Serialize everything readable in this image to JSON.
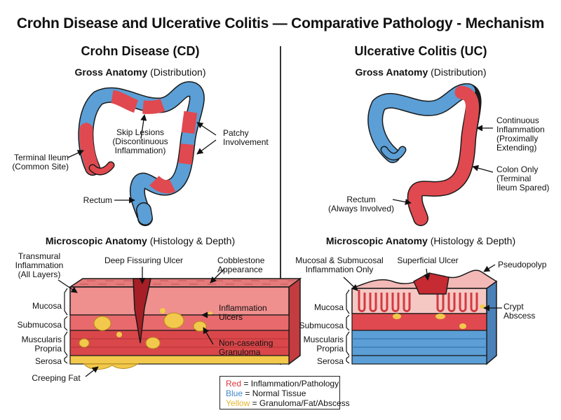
{
  "title": "Crohn Disease and Ulcerative Colitis — Comparative Pathology - Mechanism",
  "colors": {
    "red": "#e0494f",
    "blue": "#5b9fd6",
    "yellow": "#f2c94c",
    "outline": "#1a1a1a",
    "pink": "#f3b9b6"
  },
  "crohn": {
    "title": "Crohn Disease (CD)",
    "gross_bold": "Gross Anatomy",
    "gross_rest": " (Distribution)",
    "labels": {
      "terminal_ileum": "Terminal Ileum\n(Common Site)",
      "skip_lesions": "Skip Lesions\n(Discontinuous\nInflammation)",
      "patchy": "Patchy\nInvolvement",
      "rectum": "Rectum"
    },
    "micro_bold": "Microscopic Anatomy",
    "micro_rest": " (Histology & Depth)",
    "micro_labels": {
      "transmural": "Transmural\nInflammation\n(All Layers)",
      "fissuring": "Deep Fissuring Ulcer",
      "cobblestone": "Cobblestone\nAppearance",
      "mucosa": "Mucosa",
      "submucosa": "Submucosa",
      "muscularis": "Muscularis\nPropria",
      "serosa": "Serosa",
      "inflammation_ulcers": "Inflammation\nUlcers",
      "granuloma": "Non-caseating\nGranuloma",
      "creeping_fat": "Creeping Fat"
    }
  },
  "uc": {
    "title": "Ulcerative Colitis (UC)",
    "gross_bold": "Gross Anatomy",
    "gross_rest": " (Distribution)",
    "labels": {
      "continuous": "Continuous\nInflammation\n(Proximally\nExtending)",
      "colon_only": "Colon Only\n(Terminal\nIleum Spared)",
      "rectum": "Rectum\n(Always Involved)"
    },
    "micro_bold": "Microscopic Anatomy",
    "micro_rest": " (Histology & Depth)",
    "micro_labels": {
      "mucosal_only": "Mucosal & Submucosal\nInflammation Only",
      "superficial": "Superficial Ulcer",
      "pseudopolyp": "Pseudopolyp",
      "mucosa": "Mucosa",
      "submucosa": "Submucosa",
      "muscularis": "Muscularis\nPropria",
      "serosa": "Serosa",
      "crypt_abscess": "Crypt\nAbscess"
    }
  },
  "legend": {
    "red_word": "Red",
    "red_rest": " = Inflammation/Pathology",
    "blue_word": "Blue",
    "blue_rest": " = Normal Tissue",
    "yellow_word": "Yellow",
    "yellow_rest": " = Granuloma/Fat/Abscess"
  }
}
